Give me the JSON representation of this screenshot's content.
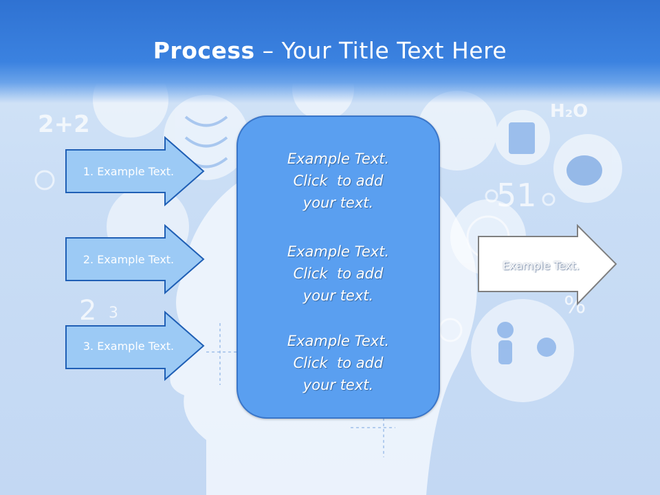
{
  "slide": {
    "title_bold": "Process",
    "title_rest": " – Your Title Text Here"
  },
  "steps": [
    {
      "label": "1. Example Text."
    },
    {
      "label": "2. Example Text."
    },
    {
      "label": "3. Example Text."
    }
  ],
  "center_paragraphs": [
    {
      "line1": "Example Text.",
      "line2": "Click  to add",
      "line3": "your text."
    },
    {
      "line1": "Example Text.",
      "line2": "Click  to add",
      "line3": "your text."
    },
    {
      "line1": "Example Text.",
      "line2": "Click  to add",
      "line3": "your text."
    }
  ],
  "result": {
    "label": "Example Text."
  },
  "colors": {
    "header": "#3b82e0",
    "arrow_fill": "#9ccaf5",
    "arrow_stroke": "#1f5fb5",
    "box_fill": "#5a9ff0",
    "result_fill": "#ffffff"
  }
}
